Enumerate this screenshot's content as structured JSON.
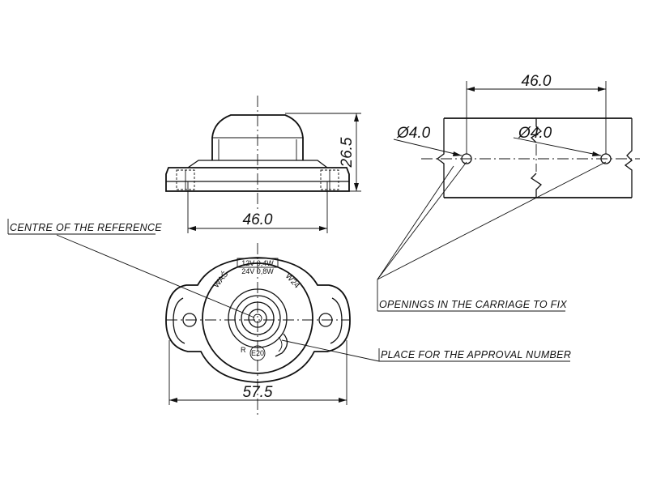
{
  "dimensions": {
    "side_width": "46.0",
    "side_height": "26.5",
    "front_width": "57.5",
    "carriage_spacing": "46.0",
    "hole_left": "Ø4.0",
    "hole_right": "Ø4.0"
  },
  "callouts": {
    "centre_reference": "CENTRE OF THE REFERENCE",
    "openings": "OPENINGS IN THE CARRIAGE TO FIX",
    "approval": "PLACE FOR THE APPROVAL NUMBER"
  },
  "markings": {
    "rating_12v": "12V 0,4W",
    "rating_24v": "24V 0,8W",
    "maker": "WAŚ",
    "model": "W24",
    "r_mark": "R",
    "approval_mark": "E20"
  }
}
